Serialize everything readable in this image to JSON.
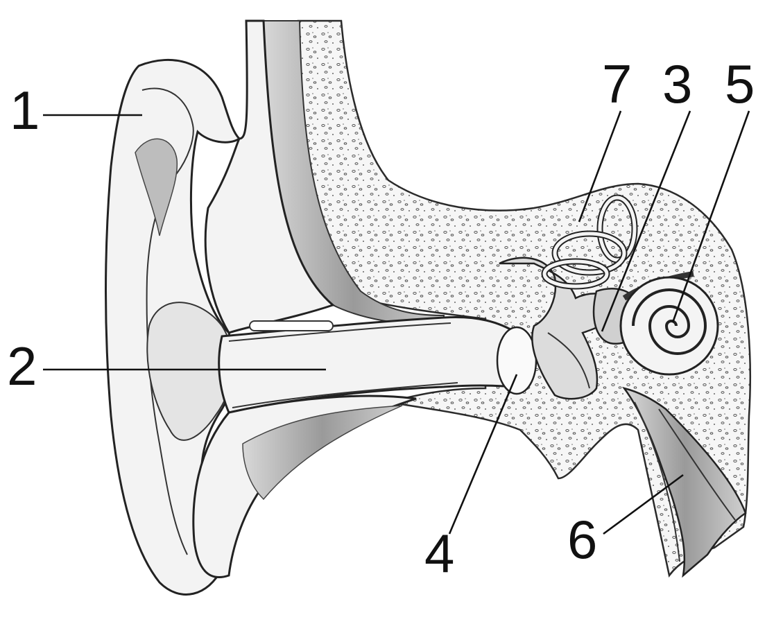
{
  "labels": [
    {
      "id": "1",
      "text": "1"
    },
    {
      "id": "2",
      "text": "2"
    },
    {
      "id": "3",
      "text": "3"
    },
    {
      "id": "4",
      "text": "4"
    },
    {
      "id": "5",
      "text": "5"
    },
    {
      "id": "6",
      "text": "6"
    },
    {
      "id": "7",
      "text": "7"
    }
  ],
  "colors": {
    "ink": "#111111",
    "paper": "#ffffff",
    "tissue": "#f3f3f3",
    "shade": "#c8c8c8"
  }
}
